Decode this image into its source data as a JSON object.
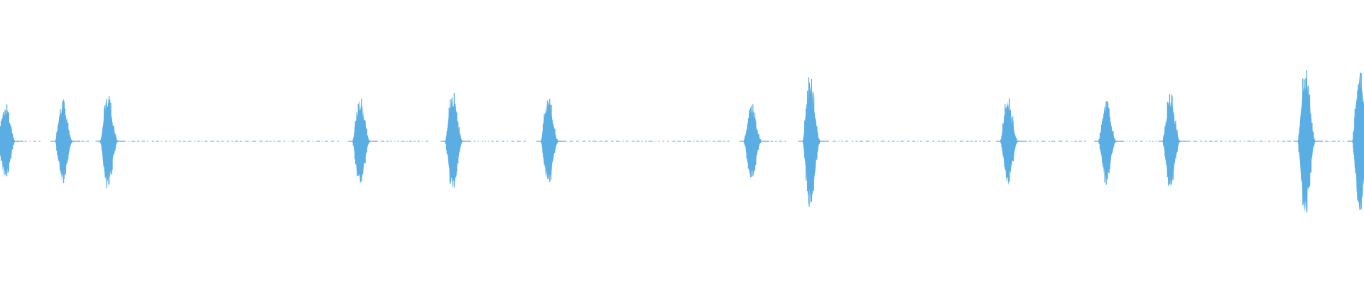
{
  "waveform": {
    "color": "#5aaee3",
    "background": "#ffffff",
    "duration": 1.0,
    "bursts": [
      {
        "t": 0.005,
        "amp": 0.13
      },
      {
        "t": 0.047,
        "amp": 0.14
      },
      {
        "t": 0.08,
        "amp": 0.16
      },
      {
        "t": 0.265,
        "amp": 0.15
      },
      {
        "t": 0.333,
        "amp": 0.17
      },
      {
        "t": 0.403,
        "amp": 0.15
      },
      {
        "t": 0.552,
        "amp": 0.13
      },
      {
        "t": 0.595,
        "amp": 0.22
      },
      {
        "t": 0.74,
        "amp": 0.15
      },
      {
        "t": 0.812,
        "amp": 0.14
      },
      {
        "t": 0.859,
        "amp": 0.16
      },
      {
        "t": 0.958,
        "amp": 0.25
      },
      {
        "t": 0.998,
        "amp": 0.24
      }
    ],
    "noise_segments": [
      [
        0.012,
        0.03
      ],
      [
        0.053,
        0.065
      ],
      [
        0.086,
        0.25
      ],
      [
        0.271,
        0.315
      ],
      [
        0.339,
        0.385
      ],
      [
        0.409,
        0.535
      ],
      [
        0.558,
        0.578
      ],
      [
        0.601,
        0.725
      ],
      [
        0.746,
        0.795
      ],
      [
        0.818,
        0.848
      ],
      [
        0.865,
        0.945
      ],
      [
        0.964,
        0.99
      ]
    ]
  }
}
